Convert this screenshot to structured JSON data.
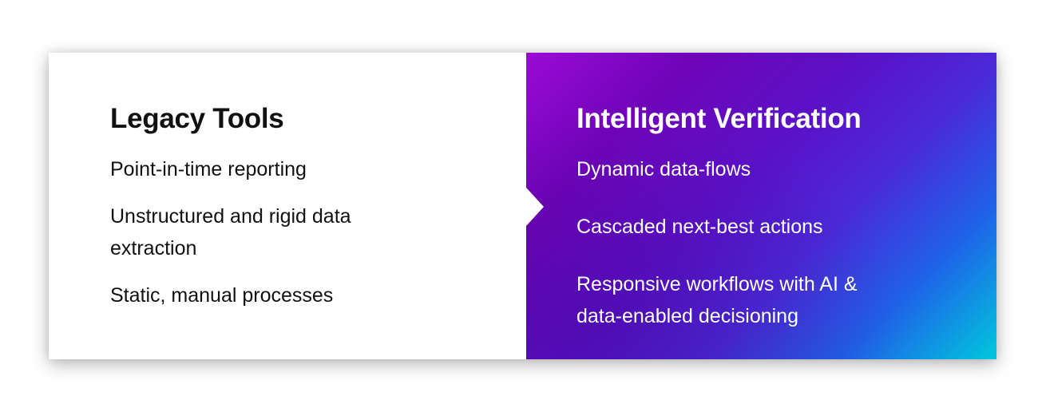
{
  "legacy": {
    "title": "Legacy Tools",
    "items": [
      "Point-in-time reporting",
      "Unstructured and rigid data extraction",
      "Static, manual processes"
    ]
  },
  "intelligent": {
    "title": "Intelligent Verification",
    "items": [
      "Dynamic data-flows",
      "Cascaded next-best actions",
      "Responsive workflows with AI & data-enabled decisioning"
    ]
  },
  "colors": {
    "gradient_start": "#9a0ad6",
    "gradient_mid": "#5a12c8",
    "gradient_end": "#00c8dc",
    "left_text": "#111111",
    "right_text": "#ffffff"
  }
}
